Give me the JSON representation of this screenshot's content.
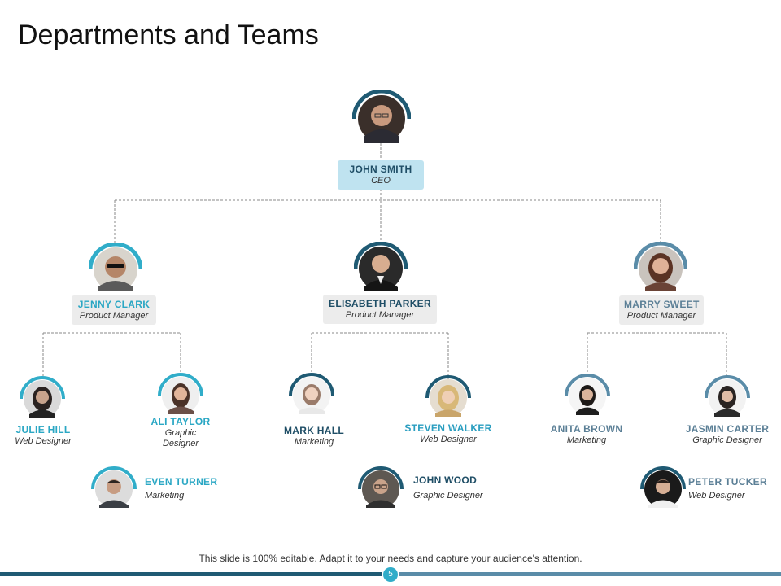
{
  "title": "Departments and Teams",
  "colors": {
    "dark_teal": "#1f5a73",
    "cyan": "#31adc9",
    "slate": "#5a8ca8",
    "name_dark": "#1f4e66",
    "name_cyan": "#2aa7c4",
    "name_slate": "#5b7f96",
    "box_ceo": "#bfe3f0",
    "box_grey": "#ececec",
    "connector": "#8a8a8a"
  },
  "people": {
    "john_smith": {
      "name": "JOHN  SMITH",
      "role": "CEO",
      "icon": "man-photo"
    },
    "jenny_clark": {
      "name": "JENNY  CLARK",
      "role": "Product Manager",
      "icon": "man-sunglasses-photo"
    },
    "elisabeth_parker": {
      "name": "ELISABETH  PARKER",
      "role": "Product Manager",
      "icon": "man-suit-photo"
    },
    "marry_sweet": {
      "name": "MARRY  SWEET",
      "role": "Product Manager",
      "icon": "woman-photo"
    },
    "julie_hill": {
      "name": "JULIE HILL",
      "role": "Web Designer",
      "icon": "woman-photo"
    },
    "ali_taylor": {
      "name": "ALI TAYLOR",
      "role_line1": "Graphic",
      "role_line2": "Designer",
      "icon": "woman-photo"
    },
    "mark_hall": {
      "name": "MARK HALL",
      "role": "Marketing",
      "icon": "woman-photo"
    },
    "steven_walker": {
      "name": "STEVEN WALKER",
      "role": "Web Designer",
      "icon": "woman-photo"
    },
    "anita_brown": {
      "name": "ANITA BROWN",
      "role": "Marketing",
      "icon": "woman-photo"
    },
    "jasmin_carter": {
      "name": "JASMIN CARTER",
      "role": "Graphic Designer",
      "icon": "woman-photo"
    },
    "even_turner": {
      "name": "EVEN TURNER",
      "role": "Marketing",
      "icon": "man-photo"
    },
    "john_wood": {
      "name": "JOHN WOOD",
      "role": "Graphic Designer",
      "icon": "man-glasses-photo"
    },
    "peter_tucker": {
      "name": "PETER TUCKER",
      "role": "Web Designer",
      "icon": "man-photo"
    }
  },
  "footer": {
    "text": "This slide is 100% editable. Adapt it to your needs and capture your audience's attention.",
    "page_number": "5"
  }
}
